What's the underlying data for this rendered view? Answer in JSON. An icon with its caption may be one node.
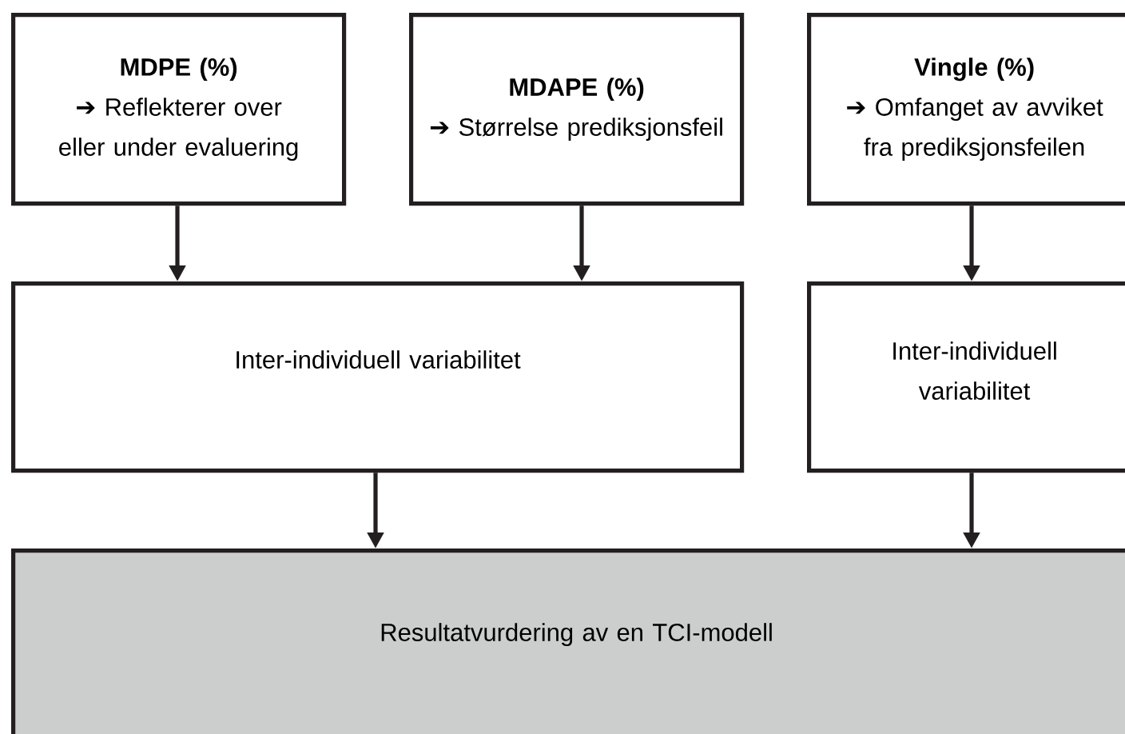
{
  "diagram": {
    "nodes": [
      {
        "text": [
          "MDPE (%)",
          "➔ Reflekterer over eller under evaluering"
        ]
      },
      {
        "text": [
          "MDAPE (%)",
          "➔ Størrelse prediksjonsfeil"
        ]
      },
      {
        "text": [
          "Vingle (%)",
          "➔ Omfanget av avviket fra prediksjonsfeilen"
        ]
      },
      {
        "text": [
          "Inter-individuell variabilitet"
        ]
      },
      {
        "text": [
          "Inter-individuell variabilitet"
        ]
      },
      {
        "text": [
          "Resultatvurdering av en TCI-modell"
        ]
      }
    ],
    "edges": [
      {
        "from": 0,
        "to": 3,
        "arrow": "to"
      },
      {
        "from": 1,
        "to": 3,
        "arrow": "to"
      },
      {
        "from": 2,
        "to": 4,
        "arrow": "to"
      },
      {
        "from": 3,
        "to": 5,
        "arrow": "to"
      },
      {
        "from": 4,
        "to": 5,
        "arrow": "to"
      }
    ]
  }
}
